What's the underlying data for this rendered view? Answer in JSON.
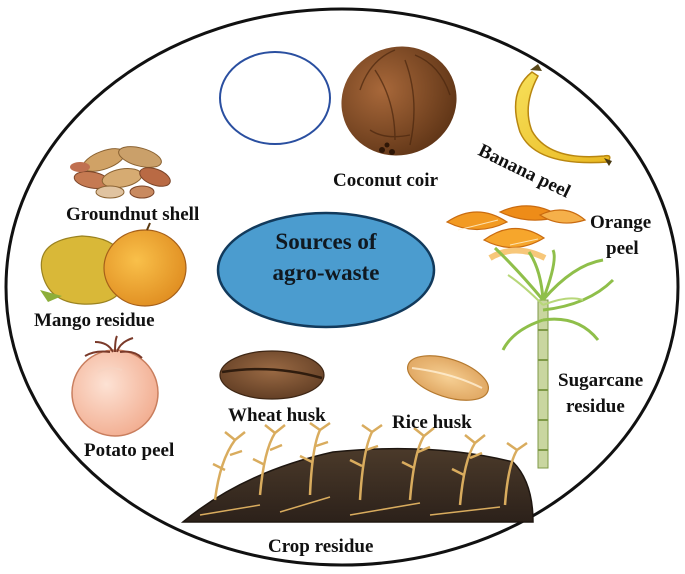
{
  "title_line1": "Sources of",
  "title_line2": "agro-waste",
  "colors": {
    "center_fill": "#4b9ccf",
    "outer_ring": "#111111",
    "accent_ring": "#2a4fa0"
  },
  "labels": {
    "coconut": "Coconut coir",
    "banana": "Banana peel",
    "groundnut": "Groundnut shell",
    "orange_line1": "Orange",
    "orange_line2": "peel",
    "mango": "Mango residue",
    "sugarcane_line1": "Sugarcane",
    "sugarcane_line2": "residue",
    "potato": "Potato peel",
    "wheat": "Wheat husk",
    "rice": "Rice husk",
    "crop": "Crop residue"
  }
}
